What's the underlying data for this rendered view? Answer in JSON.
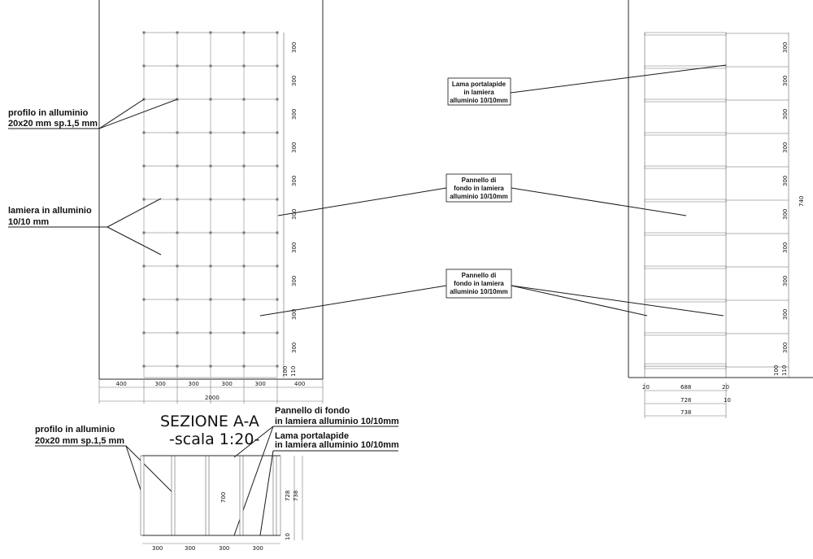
{
  "section_title": "SEZIONE A-A",
  "section_scale": "-scala 1:20-",
  "labels": {
    "profilo_1": "profilo in alluminio",
    "profilo_2": "20x20 mm sp.1,5 mm",
    "lamiera_1": "lamiera in alluminio",
    "lamiera_2": "10/10 mm",
    "lama_1": "Lama portalapide",
    "lama_2": "in lamiera",
    "lama_3": "alluminio 10/10mm",
    "pannello_a_1": "Pannello di",
    "pannello_a_2": "fondo in lamiera",
    "pannello_a_3": "alluminio 10/10mm",
    "pannello_b_1": "Pannello di",
    "pannello_b_2": "fondo in lamiera",
    "pannello_b_3": "alluminio 10/10mm",
    "sec_profilo_1": "profilo in alluminio",
    "sec_profilo_2": "20x20 mm sp.1,5 mm",
    "sec_pannello_1": "Pannello di fondo",
    "sec_pannello_2": "in lamiera alluminio 10/10mm",
    "sec_lama_1": "Lama portalapide",
    "sec_lama_2": "in lamiera alluminio 10/10mm"
  },
  "front_view": {
    "row_dims": [
      "300",
      "300",
      "300",
      "300",
      "300",
      "300",
      "300",
      "300",
      "300",
      "300"
    ],
    "bottom_small": [
      "100",
      "110"
    ],
    "col_dims": [
      "400",
      "300",
      "300",
      "300",
      "300",
      "400"
    ],
    "total": "2000"
  },
  "side_view": {
    "row_dims": [
      "300",
      "300",
      "300",
      "300",
      "300",
      "300",
      "300",
      "300",
      "300",
      "300"
    ],
    "bottom_small": [
      "100",
      "110"
    ],
    "dims_row1": [
      "20",
      "688",
      "20"
    ],
    "dim_728": "728",
    "dim_10": "10",
    "dim_738": "738",
    "edge_mark": "740"
  },
  "section_view": {
    "col_dims": [
      "300",
      "300",
      "300",
      "300"
    ],
    "v_700": "700",
    "v_728": "728",
    "v_738": "738",
    "v_10": "10"
  }
}
